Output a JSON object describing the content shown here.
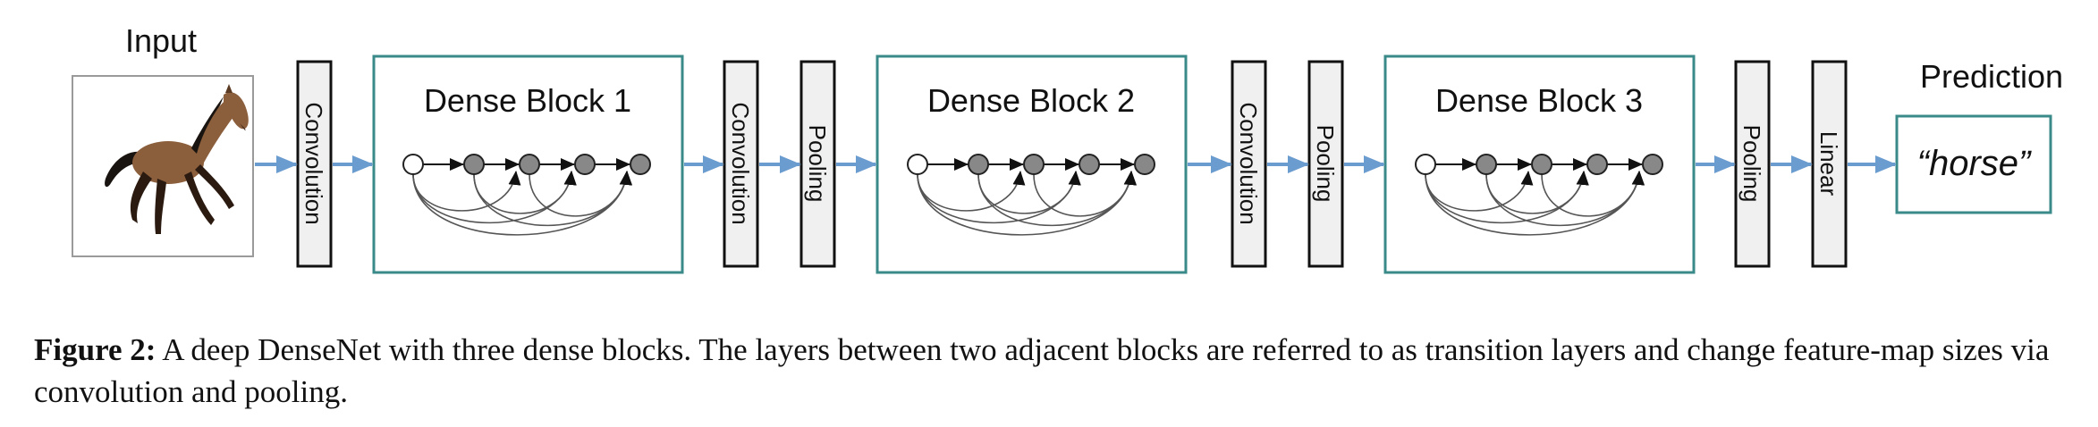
{
  "input_label": "Input",
  "prediction_label": "Prediction",
  "prediction_value": "“horse”",
  "pipeline": [
    {
      "kind": "layer",
      "label": "Convolution"
    },
    {
      "kind": "block",
      "label": "Dense Block 1"
    },
    {
      "kind": "layer",
      "label": "Convolution"
    },
    {
      "kind": "layer",
      "label": "Pooling"
    },
    {
      "kind": "block",
      "label": "Dense Block 2"
    },
    {
      "kind": "layer",
      "label": "Convolution"
    },
    {
      "kind": "layer",
      "label": "Pooling"
    },
    {
      "kind": "block",
      "label": "Dense Block 3"
    },
    {
      "kind": "layer",
      "label": "Pooling"
    },
    {
      "kind": "layer",
      "label": "Linear"
    }
  ],
  "caption": {
    "label": "Figure 2:",
    "text": "A deep DenseNet with three dense blocks. The layers between two adjacent blocks are referred to as transition layers and change feature-map sizes via convolution and pooling."
  },
  "colors": {
    "block_border": "#3a8a8a",
    "arrow": "#6a9ccf",
    "layer_fill": "#f0f0f0",
    "node_fill": "#888888"
  }
}
